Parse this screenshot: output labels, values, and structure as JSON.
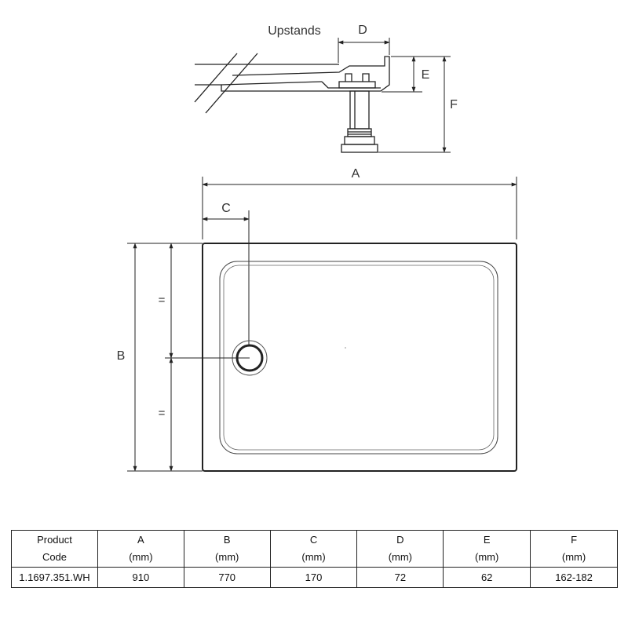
{
  "labels": {
    "upstands": "Upstands",
    "A": "A",
    "B": "B",
    "C": "C",
    "D": "D",
    "E": "E",
    "F": "F",
    "eq_top": "=",
    "eq_bottom": "="
  },
  "table": {
    "headers": [
      {
        "line1": "Product",
        "line2": "Code"
      },
      {
        "line1": "A",
        "line2": "(mm)"
      },
      {
        "line1": "B",
        "line2": "(mm)"
      },
      {
        "line1": "C",
        "line2": "(mm)"
      },
      {
        "line1": "D",
        "line2": "(mm)"
      },
      {
        "line1": "E",
        "line2": "(mm)"
      },
      {
        "line1": "F",
        "line2": "(mm)"
      }
    ],
    "row": [
      "1.1697.351.WH",
      "910",
      "770",
      "170",
      "72",
      "62",
      "162-182"
    ]
  },
  "colors": {
    "line": "#222222",
    "tray": "#333333"
  }
}
